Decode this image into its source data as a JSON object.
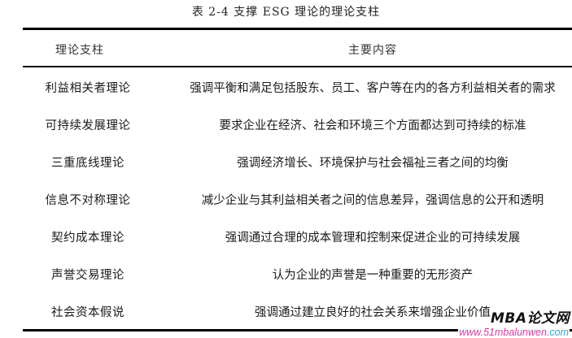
{
  "caption": "表 2-4  支撑 ESG 理论的理论支柱",
  "table": {
    "headers": [
      "理论支柱",
      "主要内容"
    ],
    "rows": [
      {
        "pillar": "利益相关者理论",
        "content": "强调平衡和满足包括股东、员工、客户等在内的各方利益相关者的需求"
      },
      {
        "pillar": "可持续发展理论",
        "content": "要求企业在经济、社会和环境三个方面都达到可持续的标准"
      },
      {
        "pillar": "三重底线理论",
        "content": "强调经济增长、环境保护与社会福祉三者之间的均衡"
      },
      {
        "pillar": "信息不对称理论",
        "content": "减少企业与其利益相关者之间的信息差异，强调信息的公开和透明"
      },
      {
        "pillar": "契约成本理论",
        "content": "强调通过合理的成本管理和控制来促进企业的可持续发展"
      },
      {
        "pillar": "声誉交易理论",
        "content": "认为企业的声誉是一种重要的无形资产"
      },
      {
        "pillar": "社会资本假说",
        "content": "强调通过建立良好的社会关系来增强企业价值"
      }
    ]
  },
  "watermark": {
    "brand": "MBA论文网",
    "url_part1": "www.51mbalunwen.",
    "url_part2": "com"
  }
}
